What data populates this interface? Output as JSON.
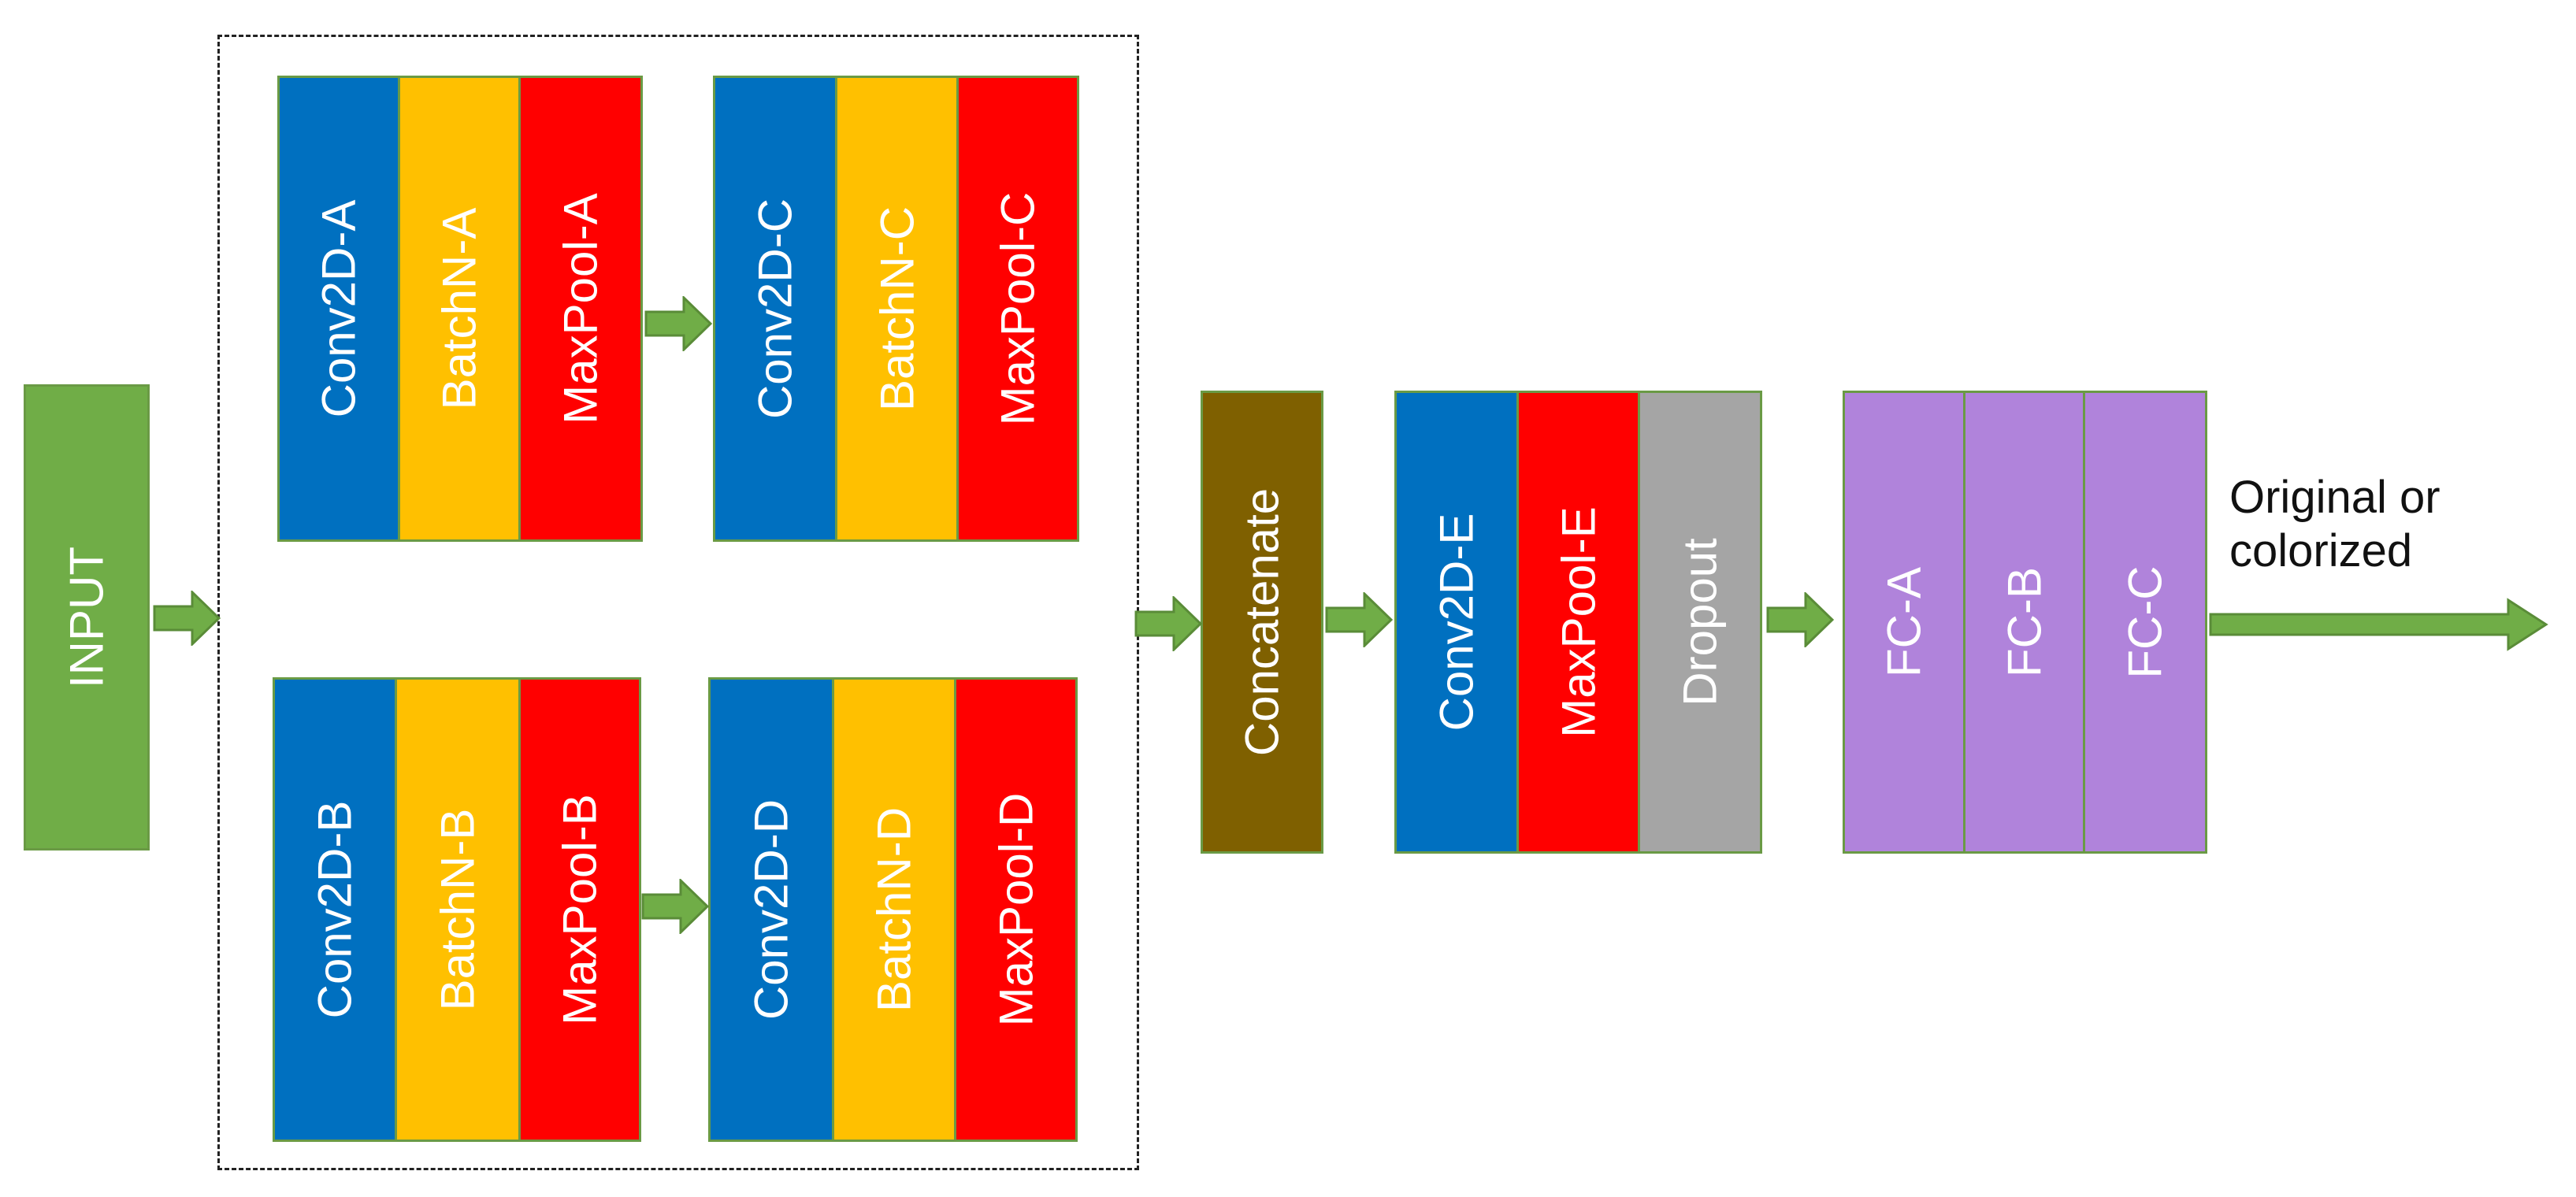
{
  "diagram": {
    "colors": {
      "input": "#70ad47",
      "conv": "#0070c0",
      "batchnorm": "#ffc000",
      "maxpool": "#ff0000",
      "concatenate": "#7f6000",
      "dropout": "#a5a5a5",
      "fc": "#b083db",
      "arrow": "#70ad47"
    },
    "input": "INPUT",
    "branch_a": {
      "conv": "Conv2D-A",
      "bn": "BatchN-A",
      "pool": "MaxPool-A"
    },
    "branch_c": {
      "conv": "Conv2D-C",
      "bn": "BatchN-C",
      "pool": "MaxPool-C"
    },
    "branch_b": {
      "conv": "Conv2D-B",
      "bn": "BatchN-B",
      "pool": "MaxPool-B"
    },
    "branch_d": {
      "conv": "Conv2D-D",
      "bn": "BatchN-D",
      "pool": "MaxPool-D"
    },
    "concatenate": "Concatenate",
    "block_e": {
      "conv": "Conv2D-E",
      "pool": "MaxPool-E",
      "dropout": "Dropout"
    },
    "fc": {
      "a": "FC-A",
      "b": "FC-B",
      "c": "FC-C"
    },
    "output": {
      "line1": "Original or",
      "line2": "colorized"
    }
  }
}
